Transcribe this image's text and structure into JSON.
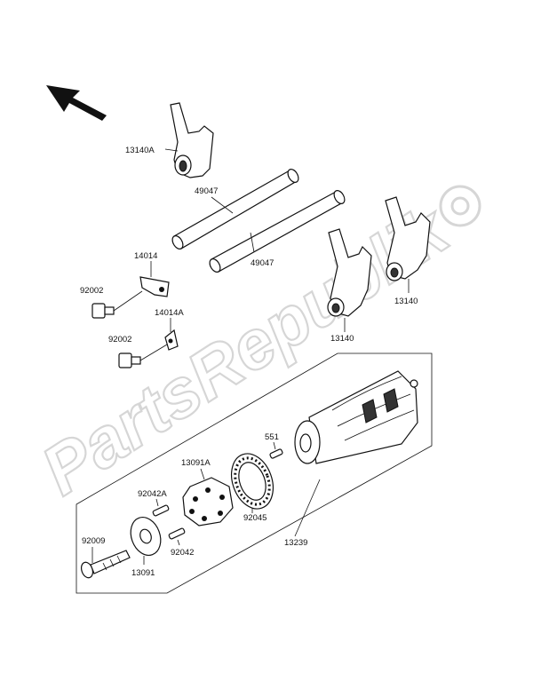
{
  "watermark": "PartsRepublik",
  "labels": {
    "fork_a": "13140A",
    "shaft_upper": "49047",
    "shaft_lower": "49047",
    "plate_a": "14014",
    "plate_b": "14014A",
    "bolt_a": "92002",
    "bolt_b": "92002",
    "fork_b": "13140",
    "fork_c": "13140",
    "pin_551": "551",
    "holder": "13091A",
    "pin_upper": "92042A",
    "pin_lower": "92042",
    "bearing": "92045",
    "drum": "13239",
    "bolt_c": "92009",
    "washer": "13091"
  }
}
